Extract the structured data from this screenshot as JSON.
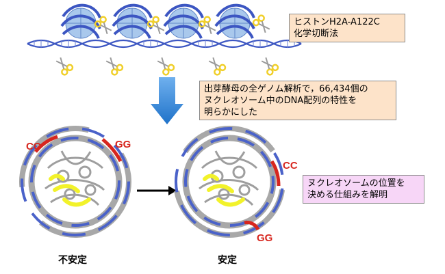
{
  "box_method": {
    "line1": "ヒストンH2A-A122C",
    "line2": "化学切断法"
  },
  "box_result": {
    "line1": "出芽酵母の全ゲノム解析で，66,434個の",
    "line2": "ヌクレオソーム中のDNA配列の特性を",
    "line3": "明らかにした"
  },
  "box_goal": {
    "line1": "ヌクレオソームの位置を",
    "line2": "決める仕組みを解明"
  },
  "left_struct": {
    "label_cc": "CC",
    "label_gg": "GG",
    "caption": "不安定"
  },
  "right_struct": {
    "label_cc": "CC",
    "label_gg": "GG",
    "caption": "安定"
  },
  "colors": {
    "dna_blue": "#4a62c9",
    "dna_gray": "#a8a8a8",
    "histone": "#a9c8ec",
    "scissors": "#f0cf2a",
    "arrow": "#2e86d6",
    "highlight": "#d7261e",
    "helix_yellow": "#f2f22a"
  }
}
